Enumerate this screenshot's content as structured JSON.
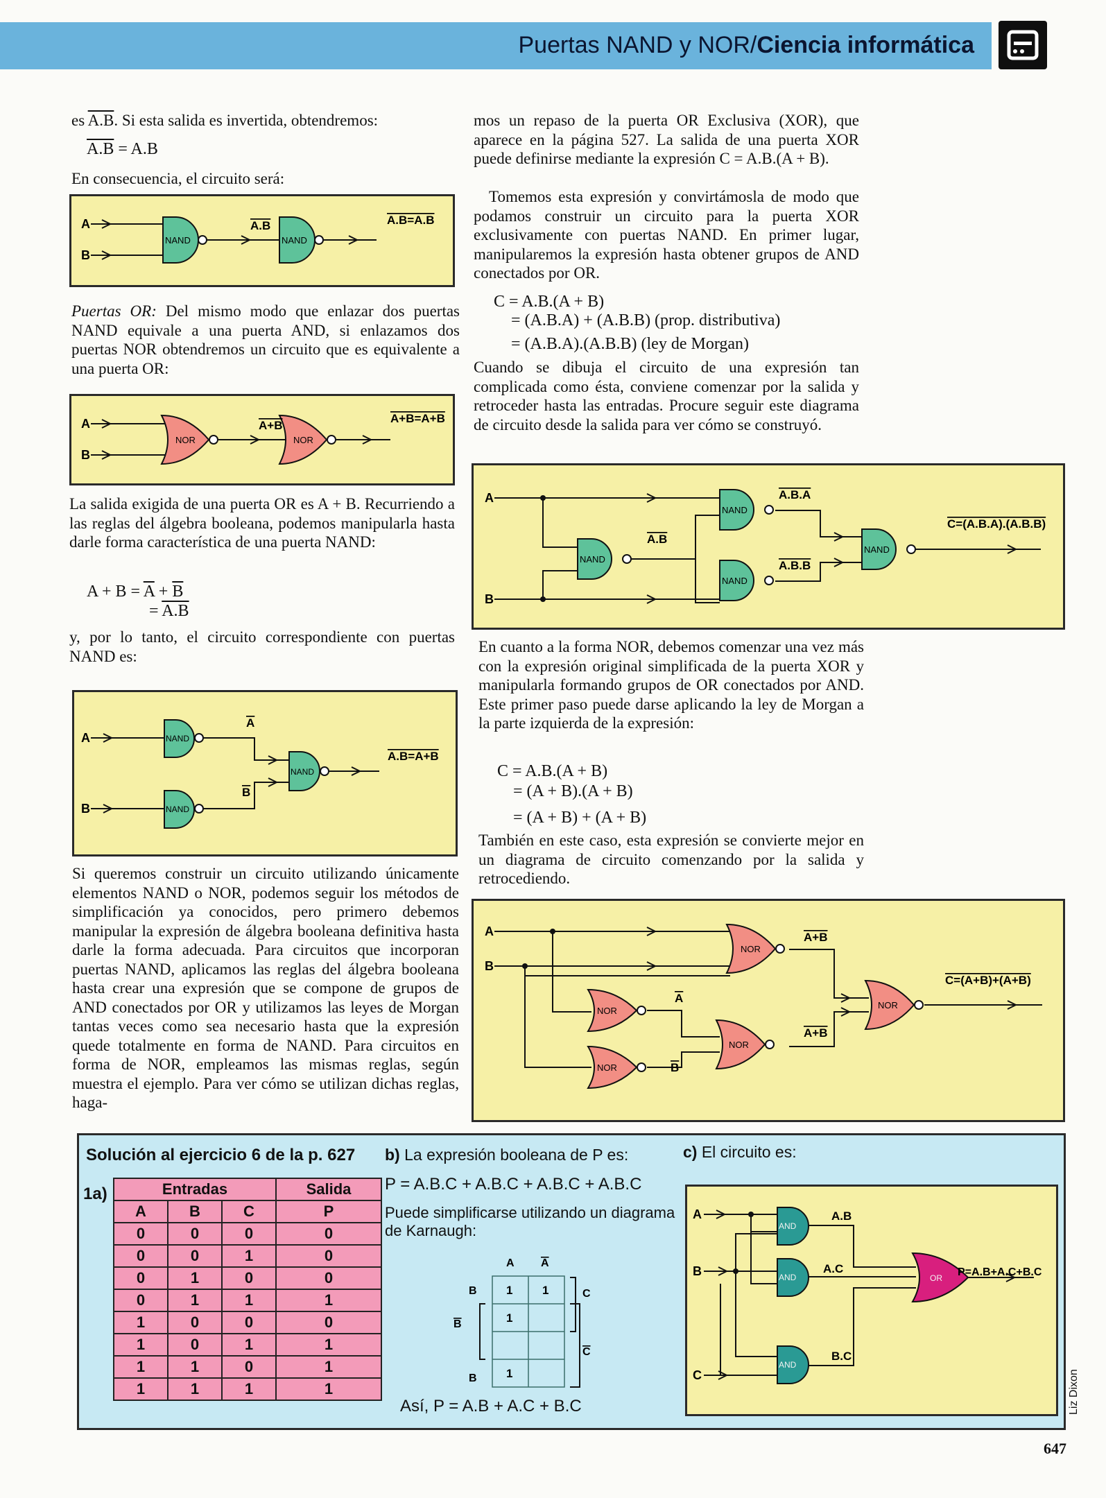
{
  "header": {
    "title_normal": "Puertas NAND y NOR/",
    "title_bold": "Ciencia informática",
    "logo_icon": "computer-screen-icon"
  },
  "col1": {
    "p1_pre": "es ",
    "p1_expr": "A.B",
    "p1_post": ". Si esta salida es invertida, obtendremos:",
    "eq1_lhs": "A.B",
    "eq1_rhs": " = A.B",
    "p2": "En consecuencia, el circuito será:",
    "diag1": {
      "in_a": "A",
      "in_b": "B",
      "gate1": "NAND",
      "gate2": "NAND",
      "mid": "A.B",
      "out": "A.B=A.B"
    },
    "p3_italic": "Puertas OR:",
    "p3": " Del mismo modo que enlazar dos puertas NAND equivale a una puerta AND, si enlazamos dos puertas NOR obtendremos un circuito que es equivalente a una puerta OR:",
    "diag2": {
      "in_a": "A",
      "in_b": "B",
      "gate1": "NOR",
      "gate2": "NOR",
      "mid": "A+B",
      "out": "A+B=A+B"
    },
    "p4": "La salida exigida de una puerta OR es A + B. Recurriendo a las reglas del álgebra booleana, podemos manipularla hasta darle forma característica de una puerta NAND:",
    "eq2_l1_pre": "A + B = ",
    "eq2_l1_a": "A",
    "eq2_l1_op": " + ",
    "eq2_l1_b": "B",
    "eq2_l2_pre": "= ",
    "eq2_l2": "A.B",
    "p5": "y, por lo tanto, el circuito correspondiente con puertas NAND es:",
    "diag3": {
      "in_a": "A",
      "in_b": "B",
      "gate1": "NAND",
      "gate2": "NAND",
      "gate3": "NAND",
      "na": "A",
      "nb": "B",
      "out": "A.B=A+B"
    },
    "p6": "Si queremos construir un circuito utilizando únicamente elementos NAND o NOR, podemos seguir los métodos de simplificación ya conocidos, pero primero debemos manipular la expresión de álgebra booleana definitiva hasta darle la forma adecuada. Para circuitos que incorporan puertas NAND, aplicamos las reglas del álgebra booleana hasta crear una expresión que se compone de grupos de AND conectados por OR y utilizamos las leyes de Morgan tantas veces como sea necesario hasta que la expresión quede totalmente en forma de NAND. Para circuitos en forma de NOR, empleamos las mismas reglas, según muestra el ejemplo. Para ver cómo se utilizan dichas reglas, haga-"
  },
  "col2": {
    "p1": "mos un repaso de la puerta OR Exclusiva (XOR), que aparece en la página 527. La salida de una puerta XOR puede definirse mediante la expresión C = A.B.(A + B).",
    "p2": "Tomemos esta expresión y convirtámosla de modo que podamos construir un circuito para la puerta XOR exclusivamente con puertas NAND. En primer lugar, manipularemos la expresión hasta obtener grupos de AND conectados por OR.",
    "eq3_l1": "C = A.B.(A + B)",
    "eq3_l2": "= (A.B.A) + (A.B.B) (prop. distributiva)",
    "eq3_l3": "= (A.B.A).(A.B.B) (ley de Morgan)",
    "p3": "Cuando se dibuja el circuito de una expresión tan complicada como ésta, conviene comenzar por la salida y retroceder hasta las entradas. Procure seguir este diagrama de circuito desde la salida para ver cómo se construyó.",
    "diag4": {
      "in_a": "A",
      "in_b": "B",
      "gate": "NAND",
      "mid": "A.B",
      "top": "A.B.A",
      "bot": "A.B.B",
      "out": "C=(A.B.A).(A.B.B)"
    },
    "p4": "En cuanto a la forma NOR, debemos comenzar una vez más con la expresión original simplificada de la puerta XOR y manipularla formando grupos de OR conectados por AND. Este primer paso puede darse aplicando la ley de Morgan a la parte izquierda de la expresión:",
    "eq4_l1": "C = A.B.(A + B)",
    "eq4_l2": "= (A + B).(A + B)",
    "eq4_l3": "= (A + B) + (A + B)",
    "p5": "También en este caso, esta expresión se convierte mejor en un diagrama de circuito comenzando por la salida y retrocediendo.",
    "diag5": {
      "in_a": "A",
      "in_b": "B",
      "gate": "NOR",
      "na": "A",
      "nb": "B",
      "top": "A+B",
      "bot": "A+B",
      "out": "C=(A+B)+(A+B)"
    }
  },
  "solution": {
    "title": "Solución al ejercicio 6 de la p. 627",
    "part_a": "1a)",
    "table_head_in": "Entradas",
    "table_head_out": "Salida",
    "cols": [
      "A",
      "B",
      "C",
      "P"
    ],
    "rows": [
      [
        "0",
        "0",
        "0",
        "0"
      ],
      [
        "0",
        "0",
        "1",
        "0"
      ],
      [
        "0",
        "1",
        "0",
        "0"
      ],
      [
        "0",
        "1",
        "1",
        "1"
      ],
      [
        "1",
        "0",
        "0",
        "0"
      ],
      [
        "1",
        "0",
        "1",
        "1"
      ],
      [
        "1",
        "1",
        "0",
        "1"
      ],
      [
        "1",
        "1",
        "1",
        "1"
      ]
    ],
    "part_b_label": "b)",
    "part_b_text": "La expresión booleana de P es:",
    "part_b_expr": "P = A.B.C + A.B.C + A.B.C + A.B.C",
    "part_b_text2": "Puede simplificarse utilizando un diagrama de Karnaugh:",
    "kmap": {
      "col_a": "A",
      "col_na": "A",
      "row_b": "B",
      "row_nb": "B",
      "row_c": "C",
      "row_nc": "C",
      "cells": [
        "1",
        "1",
        "1",
        "",
        "",
        "",
        "1",
        ""
      ]
    },
    "part_b_result": "Así, P = A.B + A.C + B.C",
    "part_c_label": "c)",
    "part_c_text": "El circuito es:",
    "diag6": {
      "in_a": "A",
      "in_b": "B",
      "in_c": "C",
      "gate": "AND",
      "gate_or": "OR",
      "ab": "A.B",
      "ac": "A.C",
      "bc": "B.C",
      "out": "P=A.B+A.C+B.C"
    }
  },
  "credit": "Liz Dixon",
  "page_number": "647",
  "colors": {
    "header": "#6ab3dc",
    "panel_yellow": "#f6f0a6",
    "panel_blue": "#c7e9f3",
    "nand": "#5ec29a",
    "nor": "#f28e84",
    "and": "#2a9a94",
    "or": "#d81f7e",
    "table_pink": "#f39bb9"
  }
}
